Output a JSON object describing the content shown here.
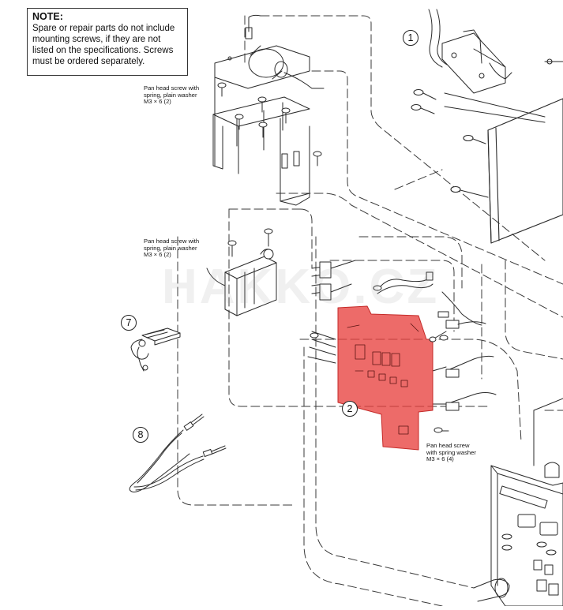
{
  "note": {
    "title": "NOTE:",
    "lines": [
      "Spare or repair parts do not include",
      "mounting screws, if they are not",
      "listed on the specifications. Screws",
      "must be ordered separately."
    ]
  },
  "labels": {
    "screw_top": [
      "Pan head screw with",
      "spring, plain washer",
      "M3 × 6 (2)"
    ],
    "screw_mid": [
      "Pan head screw with",
      "spring, plain washer",
      "M3 × 6 (2)"
    ],
    "screw_pcb": [
      "Pan head screw",
      "with spring washer",
      "M3 × 6 (4)"
    ]
  },
  "callouts": {
    "c1": "1",
    "c2": "2",
    "c7": "7",
    "c8": "8"
  },
  "watermark": "HAKKO.CZ",
  "colors": {
    "highlight": "#e8413f",
    "line": "#2a2a2a",
    "dash": "#3a3a3a"
  }
}
